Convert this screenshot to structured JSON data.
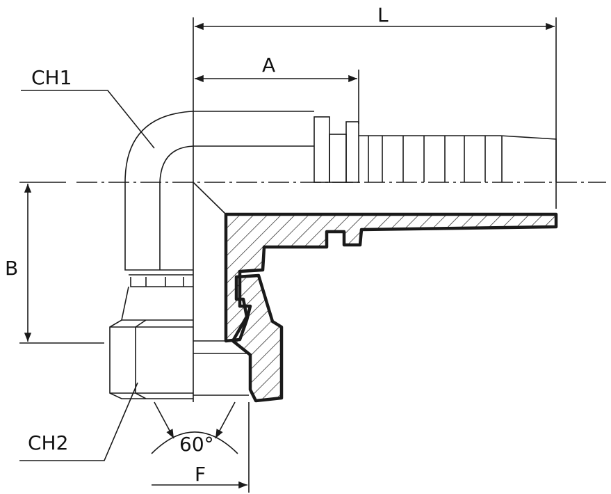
{
  "labels": {
    "length": "L",
    "a_dim": "A",
    "ch1": "CH1",
    "b_dim": "B",
    "ch2": "CH2",
    "angle": "60°",
    "f_dim": "F"
  },
  "colors": {
    "line": "#1a1a1a",
    "background": "#ffffff"
  }
}
